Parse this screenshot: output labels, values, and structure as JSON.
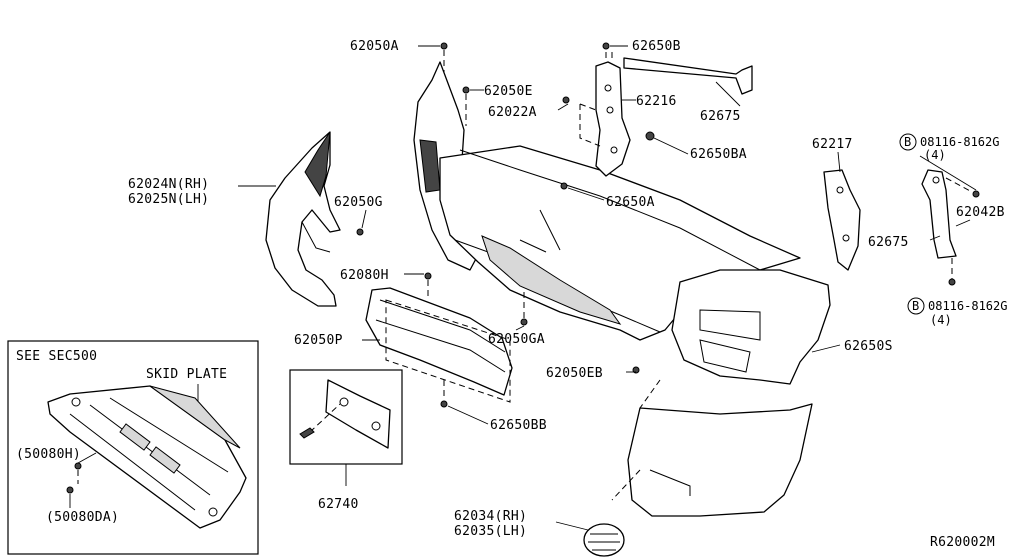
{
  "colors": {
    "line": "#000000",
    "background": "#ffffff",
    "shade": "#d8d8d8"
  },
  "diagram_ref": "R620002M",
  "inset": {
    "header": "SEE SEC500",
    "title": "SKID PLATE",
    "clip_label": "(50080H)",
    "screw_label": "(50080DA)"
  },
  "callouts": {
    "p62050A": "62050A",
    "p62650B": "62650B",
    "p62050E": "62050E",
    "p62022A": "62022A",
    "p62216": "62216",
    "p62675_top": "62675",
    "p62650BA": "62650BA",
    "p62650A": "62650A",
    "p62024N": "62024N(RH)",
    "p62025N": "62025N(LH)",
    "p62050G": "62050G",
    "p62217": "62217",
    "bolt_top": "08116-8162G",
    "bolt_top_qty": "(4)",
    "bolt_top_mark": "B",
    "p62042B": "62042B",
    "p62675_right": "62675",
    "bolt_bottom": "08116-8162G",
    "bolt_bottom_qty": "(4)",
    "bolt_bottom_mark": "B",
    "p62080H": "62080H",
    "p62050P": "62050P",
    "p62050GA": "62050GA",
    "p62650S": "62650S",
    "p62050EB": "62050EB",
    "p62650BB": "62650BB",
    "p62740": "62740",
    "p62034": "62034(RH)",
    "p62035": "62035(LH)"
  }
}
